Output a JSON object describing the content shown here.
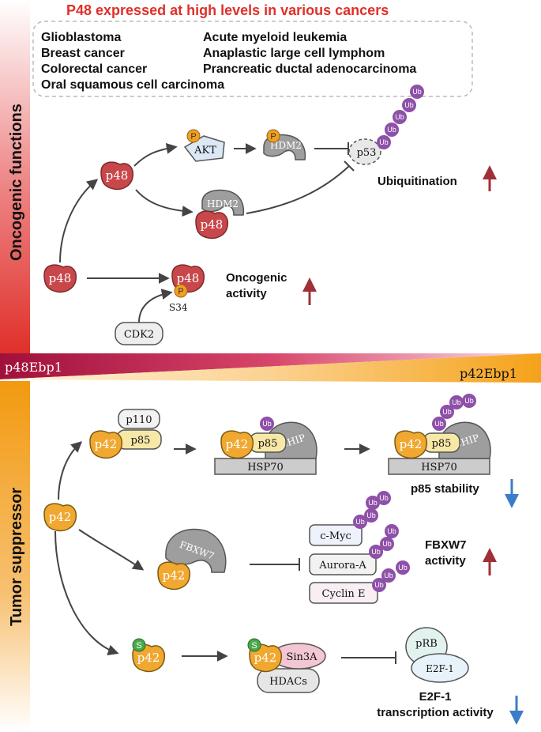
{
  "header": {
    "title": "P48 expressed at high levels in various cancers",
    "cancers_left": [
      "Glioblastoma",
      "Breast cancer",
      "Colorectal cancer",
      "Oral squamous cell carcinoma"
    ],
    "cancers_right": [
      "Acute myeloid leukemia",
      "Anaplastic large cell lymphom",
      "Prancreatic ductal adenocarcinoma"
    ]
  },
  "sidebars": {
    "top": "Oncogenic functions",
    "bottom": "Tumor suppressor"
  },
  "band": {
    "left": "p48Ebp1",
    "right": "p42Ebp1"
  },
  "oncogenic": {
    "p48": "p48",
    "akt": "AKT",
    "hdm2": "HDM2",
    "p53": "p53",
    "phospho": "P",
    "ub": "Ub",
    "ubiquitination": "Ubiquitination",
    "oncogenic_activity_line1": "Oncogenic",
    "oncogenic_activity_line2": "activity",
    "s34": "S34",
    "cdk2": "CDK2"
  },
  "suppressor": {
    "p42": "p42",
    "p110": "p110",
    "p85": "p85",
    "chip": "CHIP",
    "hsp70": "HSP70",
    "ub": "Ub",
    "p85_stability": "p85 stability",
    "fbxw7": "FBXW7",
    "cmyc": "c-Myc",
    "aurora": "Aurora-A",
    "cyclin": "Cyclin E",
    "fbxw7_activity_line1": "FBXW7",
    "fbxw7_activity_line2": "activity",
    "s": "S",
    "sin3a": "Sin3A",
    "hdacs": "HDACs",
    "prb": "pRB",
    "e2f1": "E2F-1",
    "e2f1_activity_line1": "E2F-1",
    "e2f1_activity_line2": "transcription activity"
  },
  "colors": {
    "title_red": "#e0302a",
    "p48_red": "#c8474a",
    "p42_orange": "#f0a830",
    "ub_purple": "#8e50a8",
    "phospho_orange": "#f0a020",
    "serine_green": "#4aa84a",
    "up_arrow": "#a03038",
    "down_arrow": "#3a7cc8"
  }
}
